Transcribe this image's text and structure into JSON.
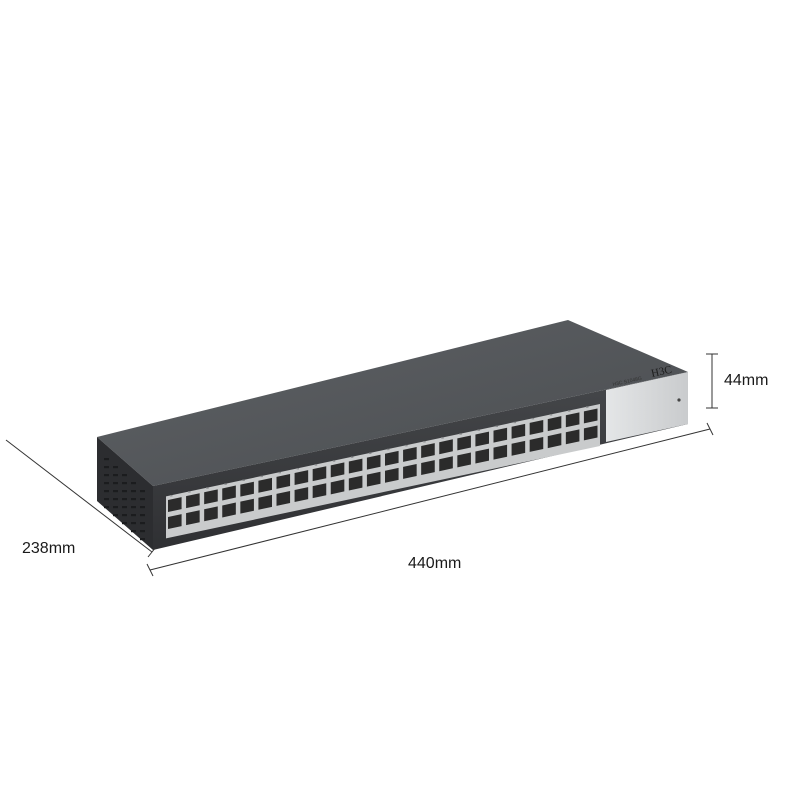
{
  "dimensions": {
    "width_label": "440mm",
    "depth_label": "238mm",
    "height_label": "44mm"
  },
  "device": {
    "brand": "H3C",
    "model": "H3C S1048G",
    "port_count": 48,
    "icon": "network-switch-icon"
  },
  "colors": {
    "chassis_top": "#55585b",
    "chassis_front": "#3d3f42",
    "chassis_side": "#2c2d30",
    "label_panel": "#d8dadb",
    "port_frame": "#c9cbcc",
    "port_hole": "#2b2b2b",
    "dimension_line": "#333333"
  }
}
